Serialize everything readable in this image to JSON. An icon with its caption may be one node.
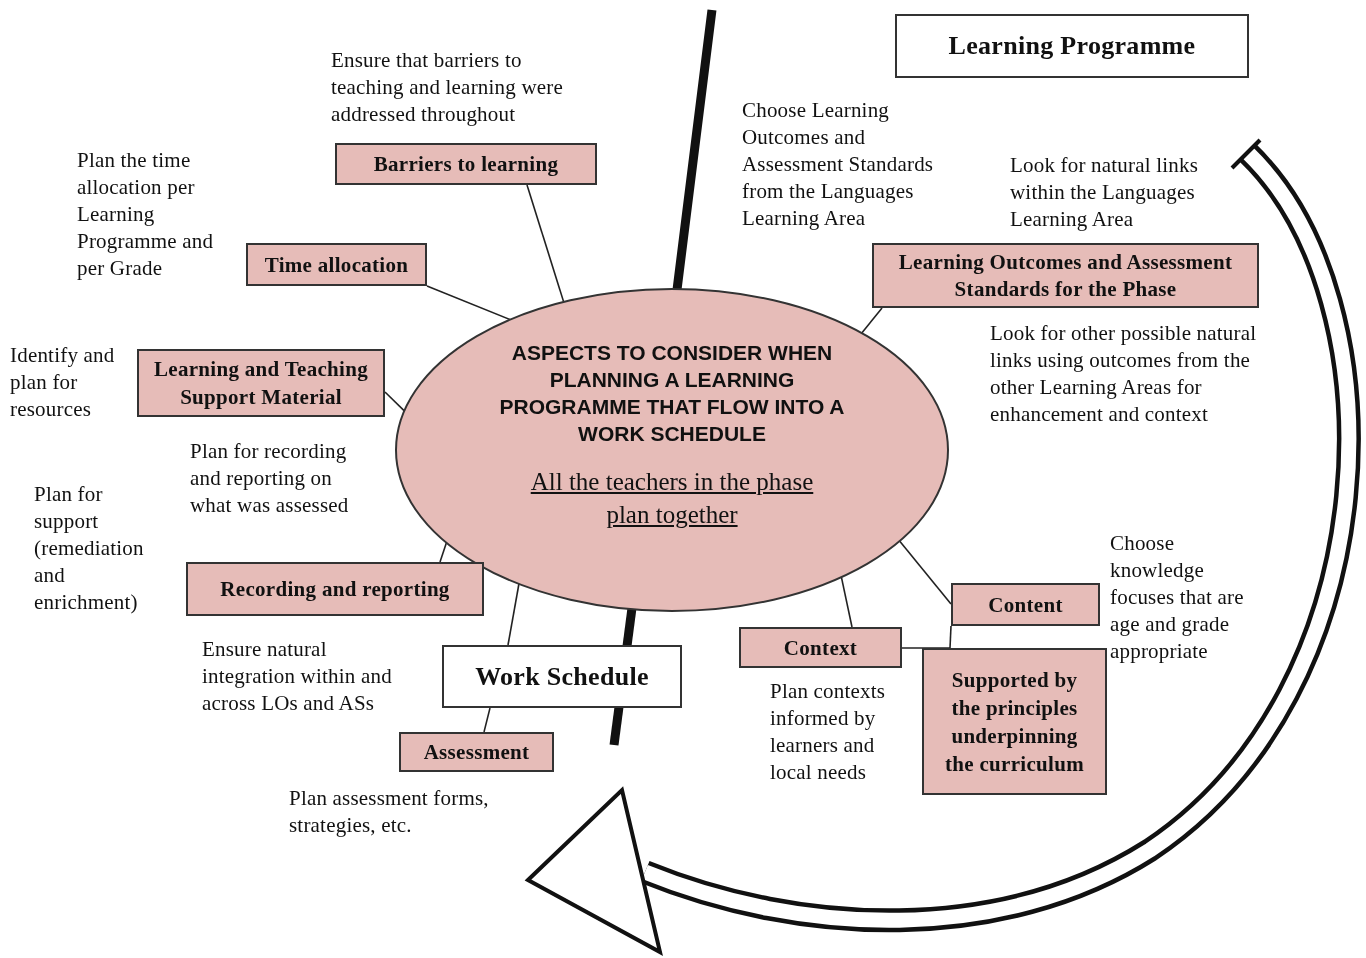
{
  "diagram": {
    "nodes": [
      {
        "text": [
          "Learning Programme"
        ]
      },
      {
        "text": [
          "Barriers to learning"
        ],
        "beside": [
          "Ensure that barriers to teaching and learning were addressed throughout"
        ]
      },
      {
        "text": [
          "Time allocation"
        ],
        "beside": [
          "Plan the time allocation per Learning Programme and per Grade"
        ]
      },
      {
        "text": [
          "Learning Outcomes and Assessment Standards for the Phase"
        ],
        "beside": [
          "Choose Learning Outcomes and Assessment Standards from the Languages Learning Area",
          "Look for natural links within the Languages Learning Area",
          "Look for other possible natural links using outcomes from the other Learning Areas for enhancement and context"
        ]
      },
      {
        "text": [
          "Learning and Teaching Support Material"
        ],
        "beside": [
          "Identify and plan for resources"
        ]
      },
      {
        "text": [
          "ASPECTS TO CONSIDER WHEN PLANNING A LEARNING PROGRAMME THAT FLOW INTO A WORK SCHEDULE",
          "All the teachers in the phase plan together"
        ]
      },
      {
        "text": [
          "Recording and reporting"
        ],
        "beside": [
          "Plan for support (remediation and enrichment)"
        ]
      },
      {
        "text": [
          "Content"
        ],
        "beside": [
          "Choose knowledge focuses that are age and grade appropriate"
        ]
      },
      {
        "text": [
          "Context"
        ],
        "beside": [
          "Plan contexts informed by learners and local needs"
        ]
      },
      {
        "text": [
          "Work Schedule"
        ]
      },
      {
        "text": [
          "Supported by the principles underpinning the curriculum"
        ]
      },
      {
        "text": [
          "Assessment"
        ],
        "beside": [
          "Plan assessment forms, strategies, etc."
        ]
      }
    ],
    "edges": [
      {
        "from": 5,
        "to": 1,
        "arrow": "none"
      },
      {
        "from": 5,
        "to": 2,
        "arrow": "none"
      },
      {
        "from": 5,
        "to": 4,
        "arrow": "none"
      },
      {
        "from": 5,
        "to": 3,
        "arrow": "none"
      },
      {
        "from": 5,
        "to": 6,
        "arrow": "none"
      },
      {
        "from": 5,
        "to": 9,
        "arrow": "none"
      },
      {
        "from": 5,
        "to": 8,
        "arrow": "none"
      },
      {
        "from": 5,
        "to": 7,
        "arrow": "none"
      },
      {
        "from": 9,
        "to": 11,
        "arrow": "none"
      },
      {
        "from": 8,
        "to": 10,
        "arrow": "none"
      },
      {
        "from": 7,
        "to": 10,
        "arrow": "none"
      }
    ],
    "labels": [
      "Plan for recording and reporting on what was assessed",
      "Ensure natural integration within and across LOs and ASs"
    ]
  }
}
